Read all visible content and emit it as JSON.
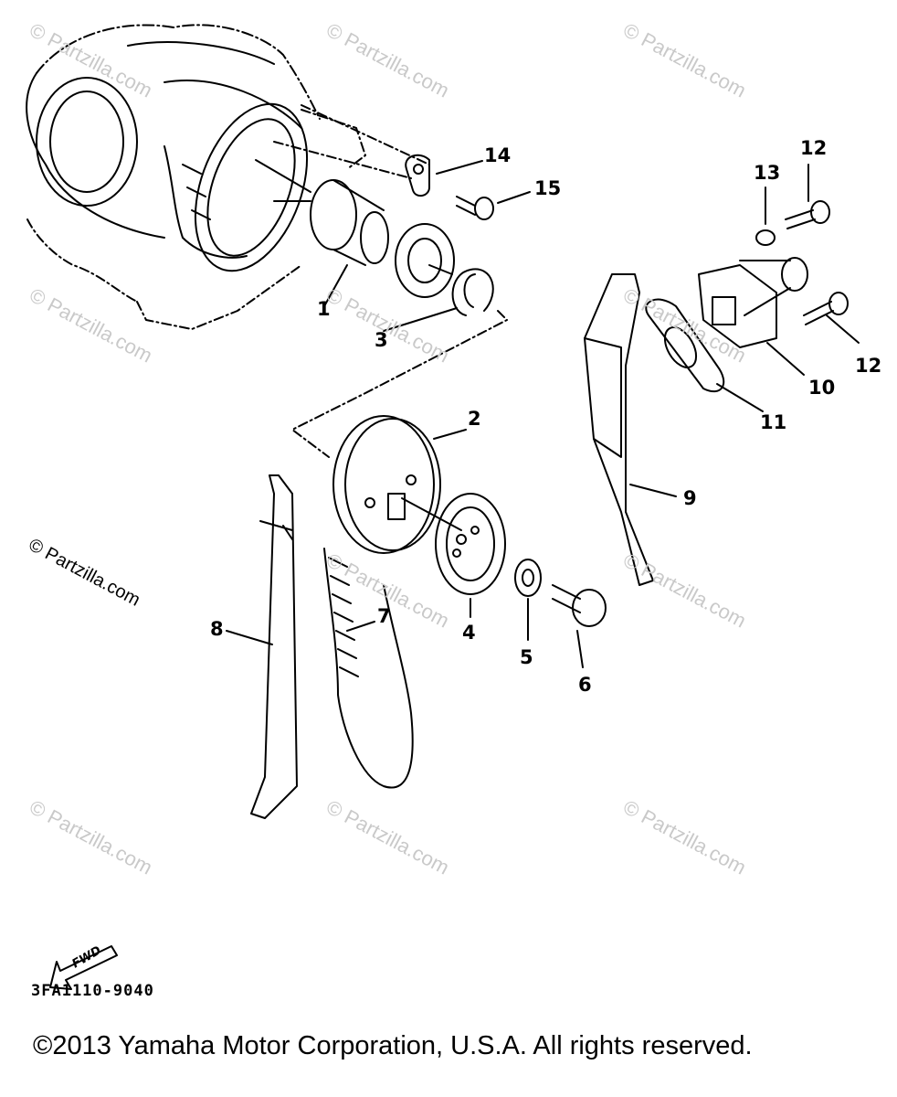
{
  "watermark": "© Partzilla.com",
  "side_watermark": "© Partzilla.com",
  "callouts": [
    "1",
    "2",
    "3",
    "4",
    "5",
    "6",
    "7",
    "8",
    "9",
    "10",
    "11",
    "12",
    "12",
    "13",
    "14",
    "15"
  ],
  "fwd_label": "FWD",
  "diagram_code": "3FA1110-9040",
  "copyright": "©2013 Yamaha Motor Corporation, U.S.A. All rights reserved."
}
